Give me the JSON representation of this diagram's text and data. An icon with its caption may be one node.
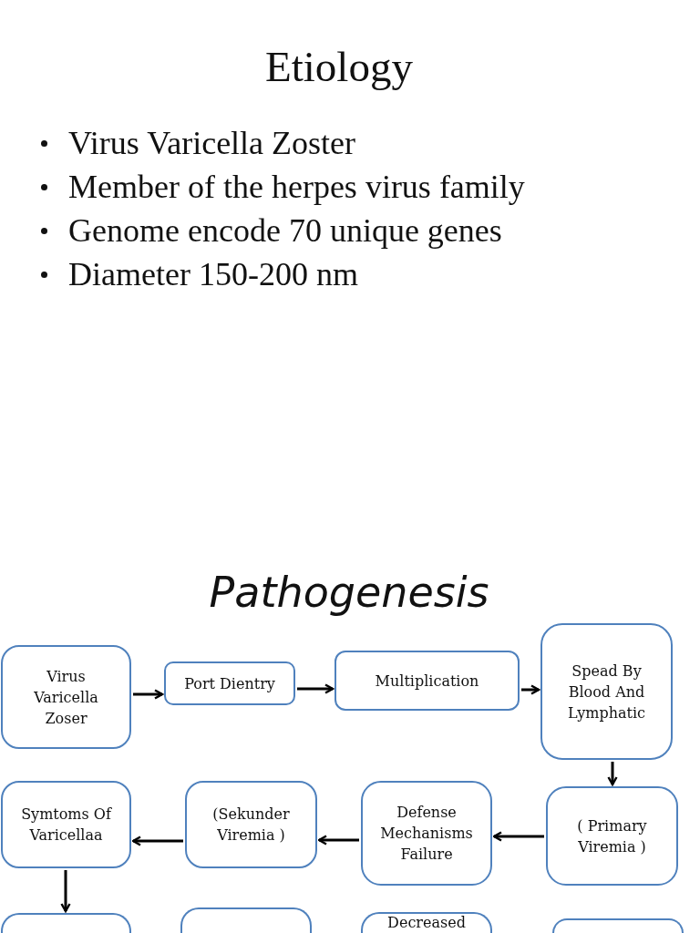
{
  "diagram": {
    "title": "Pathogenesis",
    "nodes": [
      {
        "text": [
          "Virus Varicella Zoser"
        ]
      },
      {
        "text": [
          "Port Dientry"
        ]
      },
      {
        "text": [
          "Multiplication"
        ]
      },
      {
        "text": [
          "Spead By Blood And Lymphatic"
        ]
      },
      {
        "text": [
          "( Primary Viremia )"
        ]
      },
      {
        "text": [
          "Defense Mechanisms Failure"
        ]
      },
      {
        "text": [
          "(Sekunder Viremia )"
        ]
      },
      {
        "text": [
          "Symtoms Of Varicellaa"
        ]
      },
      {
        "text": [],
        "shape": "box"
      },
      {
        "text": [],
        "shape": "box"
      },
      {
        "text": [
          "Decreased"
        ]
      },
      {
        "text": [],
        "shape": "box"
      }
    ],
    "edges": [
      {
        "from": 0,
        "to": 1,
        "arrow": "to"
      },
      {
        "from": 1,
        "to": 2,
        "arrow": "to"
      },
      {
        "from": 2,
        "to": 3,
        "arrow": "to"
      },
      {
        "from": 3,
        "to": 4,
        "arrow": "to"
      },
      {
        "from": 4,
        "to": 5,
        "arrow": "to"
      },
      {
        "from": 5,
        "to": 6,
        "arrow": "to"
      },
      {
        "from": 6,
        "to": 7,
        "arrow": "to"
      },
      {
        "from": 7,
        "to": 8,
        "arrow": "to"
      }
    ],
    "labels": [
      "Etiology",
      "Virus Varicella Zoster",
      "Member of the herpes virus family",
      "Genome encode 70 unique genes",
      "Diameter 150-200 nm"
    ]
  }
}
